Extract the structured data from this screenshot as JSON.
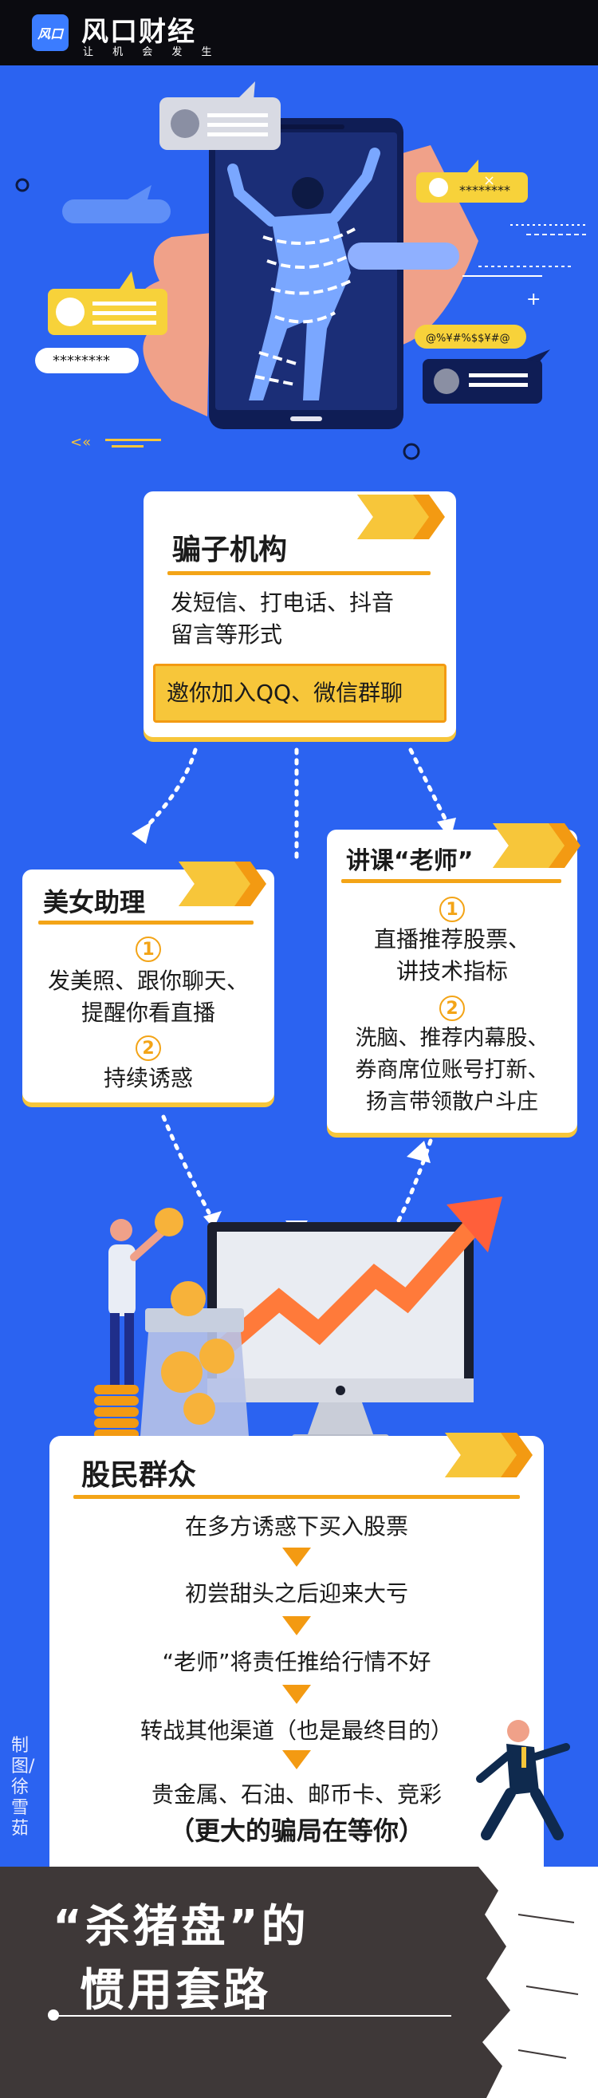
{
  "header": {
    "logo_text": "风口",
    "brand": "风口财经",
    "slogan": "让 机 会 发 生"
  },
  "hero": {
    "bubble_stars": "********",
    "bubble_code": "@%¥#%$$¥#@"
  },
  "scam_org": {
    "title": "骗子机构",
    "desc": "发短信、打电话、抖音\n留言等形式",
    "highlight": "邀你加入QQ、微信群聊"
  },
  "beauty": {
    "title": "美女助理",
    "n1": "1",
    "t1": "发美照、跟你聊天、\n提醒你看直播",
    "n2": "2",
    "t2": "持续诱惑"
  },
  "teacher": {
    "title": "讲课“老师”",
    "n1": "1",
    "t1": "直播推荐股票、\n讲技术指标",
    "n2": "2",
    "t2": "洗脑、推荐内幕股、\n券商席位账号打新、\n扬言带领散户斗庄"
  },
  "investors": {
    "title": "股民群众",
    "steps": [
      "在多方诱惑下买入股票",
      "初尝甜头之后迎来大亏",
      "“老师”将责任推给行情不好",
      "转战其他渠道（也是最终目的）",
      "贵金属、石油、邮币卡、竞彩"
    ],
    "emphasis": "（更大的骗局在等你）"
  },
  "credit": "制图/徐雪茹",
  "footer": {
    "line1": "“杀猪盘”的",
    "line2": "惯用套路"
  }
}
